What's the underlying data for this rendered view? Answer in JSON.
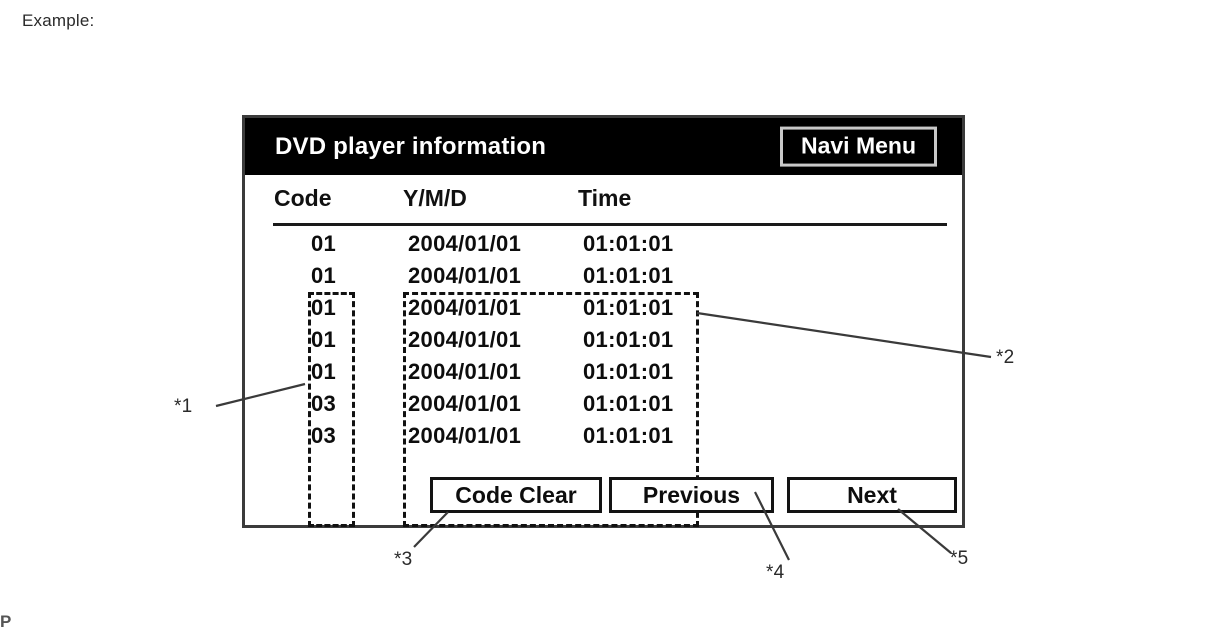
{
  "page": {
    "caption": "Example:",
    "page_mark": "P"
  },
  "device": {
    "title": "DVD player information",
    "navi_menu_label": "Navi Menu",
    "table": {
      "columns": [
        "Code",
        "Y/M/D",
        "Time"
      ],
      "rows": [
        {
          "code": "01",
          "ymd": "2004/01/01",
          "time": "01:01:01"
        },
        {
          "code": "01",
          "ymd": "2004/01/01",
          "time": "01:01:01"
        },
        {
          "code": "01",
          "ymd": "2004/01/01",
          "time": "01:01:01"
        },
        {
          "code": "01",
          "ymd": "2004/01/01",
          "time": "01:01:01"
        },
        {
          "code": "01",
          "ymd": "2004/01/01",
          "time": "01:01:01"
        },
        {
          "code": "03",
          "ymd": "2004/01/01",
          "time": "01:01:01"
        },
        {
          "code": "03",
          "ymd": "2004/01/01",
          "time": "01:01:01"
        }
      ]
    },
    "buttons": {
      "code_clear": "Code Clear",
      "previous": "Previous",
      "next": "Next"
    }
  },
  "callouts": {
    "one": "*1",
    "two": "*2",
    "three": "*3",
    "four": "*4",
    "five": "*5"
  },
  "colors": {
    "title_bar_bg": "#000000",
    "title_text": "#ffffff",
    "panel_border": "#3b3b3b",
    "dashed_highlight": "#111111",
    "page_bg": "#ffffff"
  }
}
